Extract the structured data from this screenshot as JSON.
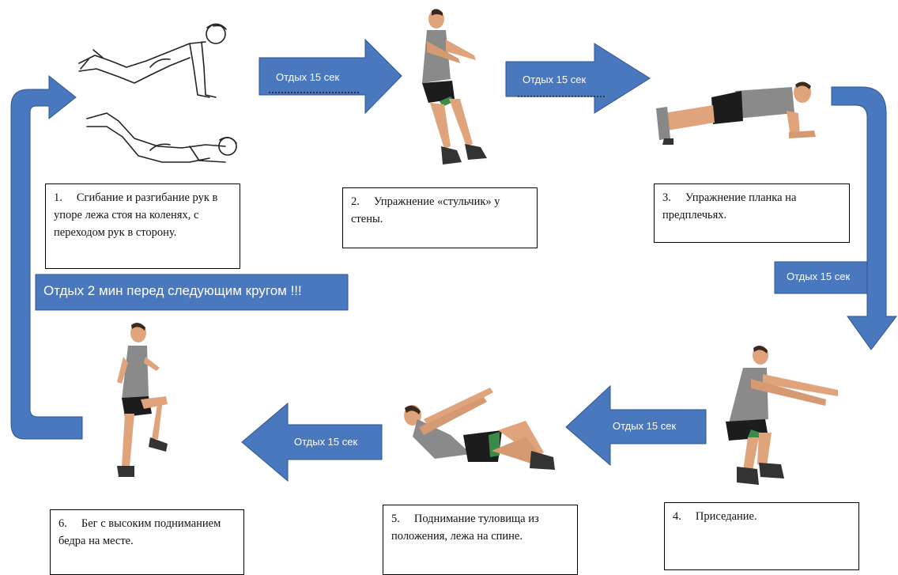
{
  "exercises": [
    {
      "number": "1.",
      "text": "Сгибание и разгибание рук в упоре лежа стоя на коленях, с переходом рук в сторону."
    },
    {
      "number": "2.",
      "text": "Упражнение «стульчик» у стены."
    },
    {
      "number": "3.",
      "text": "Упражнение планка на предплечьях."
    },
    {
      "number": "4.",
      "text": "Приседание."
    },
    {
      "number": "5.",
      "text": "Поднимание туловища из положения, лежа на спине."
    },
    {
      "number": "6.",
      "text": "Бег с высоким подниманием бедра на месте."
    }
  ],
  "rest_labels": {
    "r1": "Отдых 15 сек",
    "r2": "Отдых 15 сек",
    "r3": "Отдых 15 сек",
    "r4": "Отдых 15 сек",
    "r5": "Отдых 15 сек"
  },
  "round_rest": "Отдых 2 мин перед следующим  кругом !!!",
  "colors": {
    "arrow_fill": "#4a78bf",
    "arrow_stroke": "#2e568f",
    "banner_fill": "#4a78bf",
    "skin": "#e0a47c",
    "shirt": "#8a8a8a",
    "shorts": "#1c1c1c"
  }
}
